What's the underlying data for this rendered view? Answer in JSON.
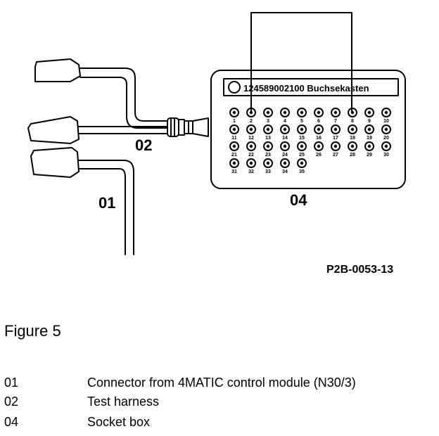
{
  "diagram": {
    "callouts": {
      "c01": "01",
      "c02": "02",
      "c04": "04"
    },
    "box_label": "124589002100 Buchsekasten",
    "image_code": "P2B-0053-13",
    "sockets": [
      {
        "label": "1"
      },
      {
        "label": "2"
      },
      {
        "label": "3"
      },
      {
        "label": "4"
      },
      {
        "label": "5"
      },
      {
        "label": "6"
      },
      {
        "label": "7"
      },
      {
        "label": "8"
      },
      {
        "label": "9"
      },
      {
        "label": "10"
      },
      {
        "label": "11"
      },
      {
        "label": "12"
      },
      {
        "label": "13"
      },
      {
        "label": "14"
      },
      {
        "label": "15"
      },
      {
        "label": "16"
      },
      {
        "label": "17"
      },
      {
        "label": "18"
      },
      {
        "label": "19"
      },
      {
        "label": "20"
      },
      {
        "label": "21"
      },
      {
        "label": "22"
      },
      {
        "label": "23"
      },
      {
        "label": "24"
      },
      {
        "label": "25"
      },
      {
        "label": "26"
      },
      {
        "label": "27"
      },
      {
        "label": "28"
      },
      {
        "label": "29"
      },
      {
        "label": "30"
      },
      {
        "label": "31"
      },
      {
        "label": "32"
      },
      {
        "label": "33"
      },
      {
        "label": "34"
      },
      {
        "label": "35"
      }
    ]
  },
  "figure": {
    "title": "Figure 5"
  },
  "legend": [
    {
      "num": "01",
      "text": "Connector from 4MATIC control module (N30/3)"
    },
    {
      "num": "02",
      "text": "Test harness"
    },
    {
      "num": "04",
      "text": "Socket box"
    }
  ]
}
